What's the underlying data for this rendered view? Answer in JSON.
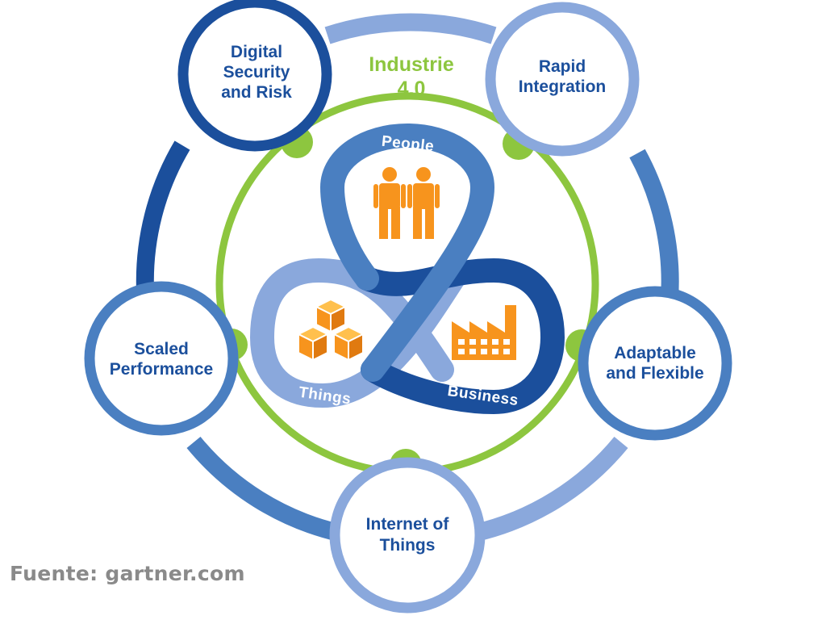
{
  "title": [
    "Industrie",
    "4.0"
  ],
  "nodes": {
    "digital_security": [
      "Digital",
      "Security",
      "and Risk"
    ],
    "rapid_integration": [
      "Rapid",
      "Integration"
    ],
    "adaptable_flexible": [
      "Adaptable",
      "and Flexible"
    ],
    "internet_of_things": [
      "Internet of",
      "Things"
    ],
    "scaled_performance": [
      "Scaled",
      "Performance"
    ]
  },
  "loops": {
    "people": "People",
    "things": "Things",
    "business": "Business"
  },
  "icons": {
    "people": "people-icon",
    "things": "cubes-icon",
    "business": "factory-icon"
  },
  "colors": {
    "dark_blue": "#1b4f9c",
    "medium_blue": "#4a7fc1",
    "light_blue": "#8aa8dc",
    "green": "#8dc63f",
    "orange": "#f7941d",
    "label_text": "#1b4f9c",
    "source_text": "#8a8a8a"
  },
  "source": "Fuente: gartner.com"
}
